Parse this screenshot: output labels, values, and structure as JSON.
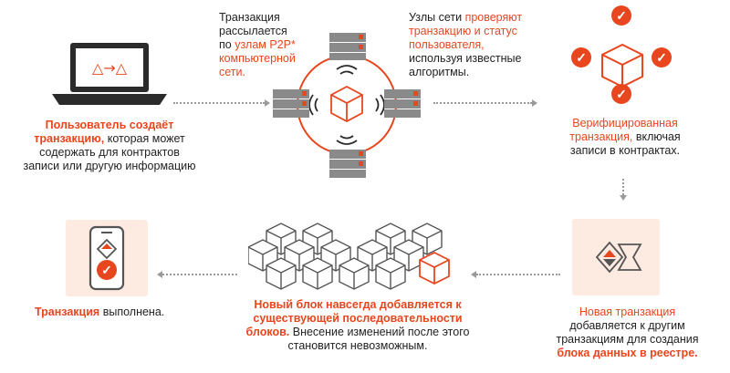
{
  "step1": {
    "accent": "Пользователь создаёт транзакцию,",
    "rest": "которая может содержать для контрактов записи или другую информацию",
    "screen_glyphs": "△→△"
  },
  "step2": {
    "line1": "Транзакция",
    "line2": "рассылается",
    "line3_plain": "по",
    "line3_accent": "узлам P2P*",
    "line4": "компьютерной",
    "line5": "сети."
  },
  "step3": {
    "plain1": "Узлы сети",
    "accent1": "проверяют",
    "accent2": "транзакцию и статус",
    "accent3": "пользователя,",
    "plain2": "используя известные",
    "plain3": "алгоритмы."
  },
  "step4": {
    "accent": "Верифицированная транзакция,",
    "rest": "включая записи в контрактах.",
    "check_glyph": "✓"
  },
  "step5": {
    "accent": "Новая транзакция",
    "plain": "добавляется к другим транзакциям для создания",
    "accent2": "блока данных в реестре."
  },
  "step6": {
    "accent": "Новый блок навсегда добавляется к существующей последовательности блоков.",
    "rest": "Внесение изменений после этого становится невозможным."
  },
  "step7": {
    "accent": "Транзакция",
    "rest": "выполнена.",
    "check_glyph": "✓"
  },
  "colors": {
    "accent": "#e8461e",
    "panel": "#fdebe1",
    "arrows": "#9a9a9a"
  }
}
